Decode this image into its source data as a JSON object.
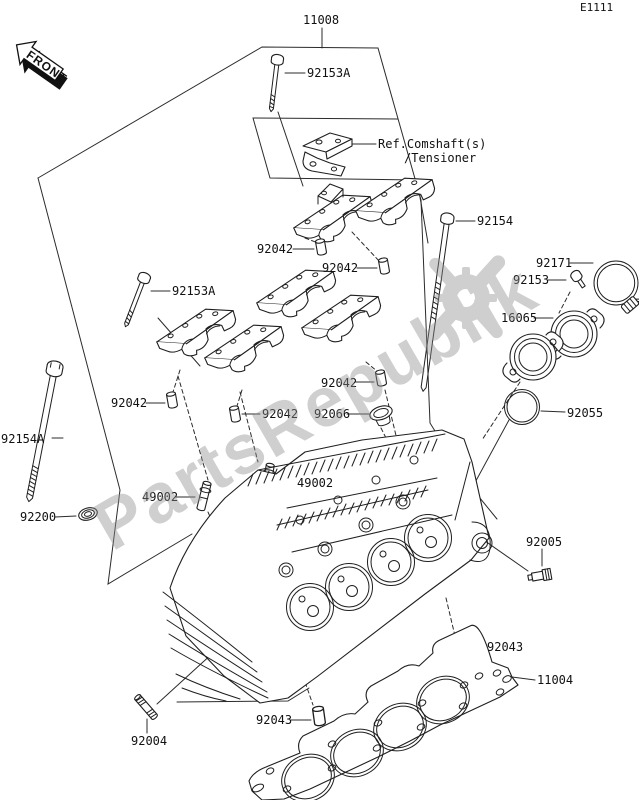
{
  "page_code": "E1111",
  "front_marker": "FRONT",
  "watermark": {
    "brand": "PartsRepublik",
    "color": "#8f8f8f"
  },
  "ref_note": {
    "line1": "Ref.Comshaft(s)",
    "line2": "/Tensioner"
  },
  "labels": {
    "l11008": "11008",
    "l92153a_top": "92153A",
    "l92153a_left": "92153A",
    "l92042_a": "92042",
    "l92042_b": "92042",
    "l92042_left": "92042",
    "l92042_mid": "92042",
    "l92042_right": "92042",
    "l92066": "92066",
    "l92154": "92154",
    "l92171": "92171",
    "l92153": "92153",
    "l16065": "16065",
    "l92055": "92055",
    "l49002_left": "49002",
    "l49002_right": "49002",
    "l92154a": "92154A",
    "l92200": "92200",
    "l92005": "92005",
    "l92043_upper": "92043",
    "l92043_lower": "92043",
    "l11004": "11004",
    "l92004": "92004"
  }
}
